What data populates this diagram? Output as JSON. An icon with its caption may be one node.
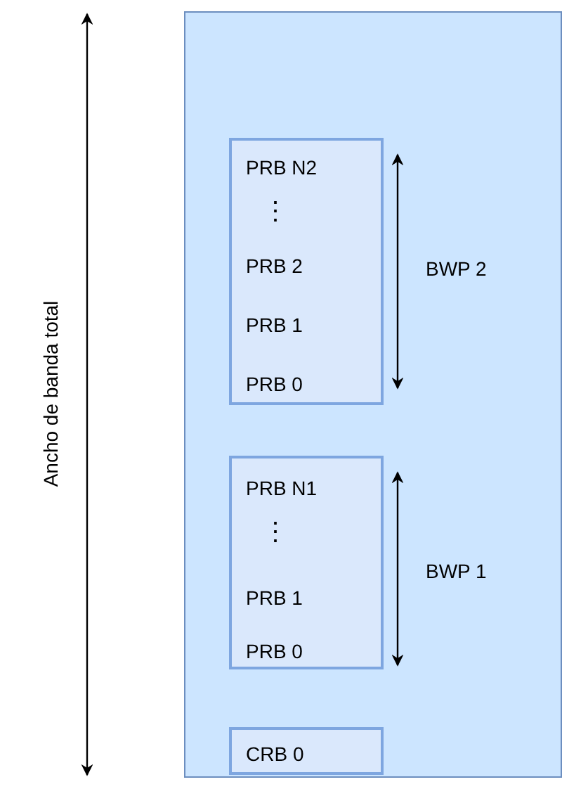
{
  "diagram": {
    "nodes": [
      {
        "text": [],
        "shape": "box"
      },
      {
        "text": [
          "PRB N2",
          "⋮",
          "PRB 2",
          "PRB 1",
          "PRB 0"
        ],
        "in": 0
      },
      {
        "text": [
          "PRB N1",
          "⋮",
          "PRB 1",
          "PRB 0"
        ],
        "in": 0
      },
      {
        "text": [
          "CRB 0"
        ],
        "in": 0
      }
    ],
    "labels": [
      "Ancho de banda total",
      "BWP 2",
      "BWP 1"
    ]
  }
}
